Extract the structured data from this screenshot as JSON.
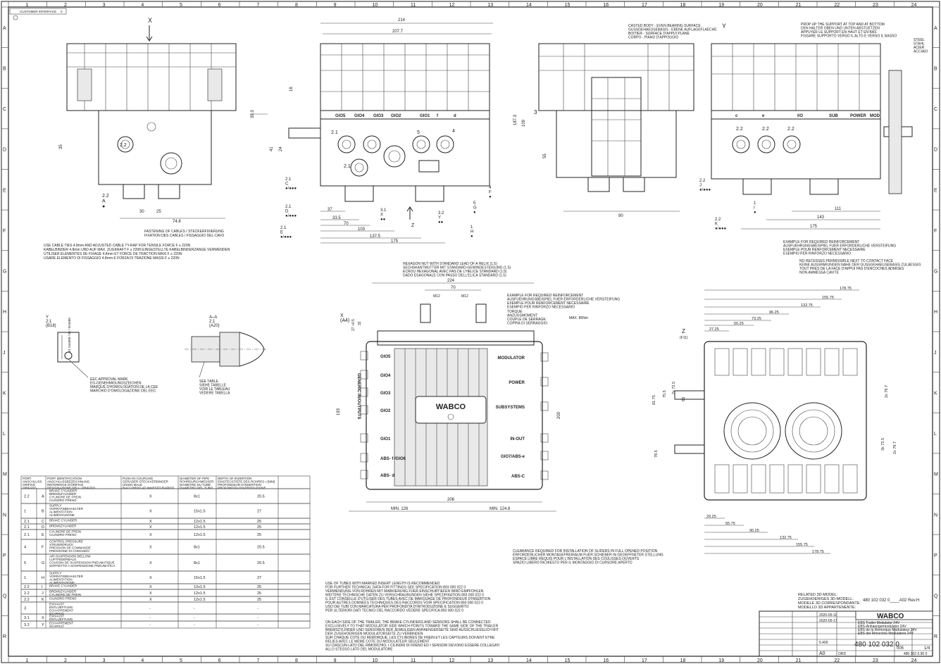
{
  "frame": {
    "cols": [
      "1",
      "2",
      "3",
      "4",
      "5",
      "6",
      "7",
      "8",
      "9",
      "10",
      "11",
      "12",
      "13",
      "14",
      "15",
      "16",
      "17",
      "18",
      "19",
      "20",
      "21",
      "22",
      "23",
      "24"
    ],
    "rows": [
      "A",
      "B",
      "C",
      "D",
      "E",
      "F",
      "G",
      "H",
      "J",
      "K",
      "L",
      "M",
      "N",
      "P",
      "Q",
      "R"
    ],
    "customer_interface": "CUSTOMER INTERFACE",
    "customer_interface_val": "0"
  },
  "views": {
    "x_label": "X",
    "y_label": "Y",
    "x_a4": "X\n(A4)",
    "z_label": "Z",
    "z_f11": "(F11)",
    "y_detail": "Y\n2:1\n(B18)",
    "aa_detail": "A–A\n2:1\n(A20)"
  },
  "front_view": {
    "dims": {
      "d214": "214",
      "d207": "207.7",
      "d16": "16",
      "d391": "39.3",
      "d35": "35",
      "d41": "41",
      "d24": "24",
      "d30": "30",
      "d25": "25",
      "d748": "74.8",
      "d37": "37",
      "d335": "33.5",
      "d70": "70",
      "d103": "103",
      "d1375": "137.5",
      "d175": "175"
    },
    "ports_top": [
      "GIO5",
      "GIO4",
      "GIO3",
      "GIO2",
      "GIO1",
      "f",
      "d"
    ],
    "ports": [
      "2.1",
      "2.1",
      "5",
      "4",
      "2.2"
    ],
    "callouts": [
      "2.1\nC\n●/●●●",
      "2.1\nD\n●/●●●",
      "2.1\nE\n●/●●●",
      "3.1\nX\n●●",
      "Z",
      "3.2\nY\n●●",
      "1\nH\n●",
      "5\nG\n●",
      "4\nF\n●",
      "2.2\nA\n●"
    ],
    "fastening": "FASTENING OF CABLES / STECKERFIXIERUNG\nFIXATION DES CABLES / FISSAGGIO DEL CAVO",
    "cable_ties": "USE CABLE TIES 4.8mm AND ADJUSTED CABLE TY-RAP FOR TENSILE FORCE F ≥ 220N\nKABELBINDER 4.8mm UND AUF MAX. ZUGKRAFT F ≥ 220N EINGESTELLTE KABELBINDERZANGE VERWENDEN\nUTILISER ELEMENTES DE FIXAGE 4.8mm ET FORCE DE TRACTION MAXI F ≥ 220N\nUSARE ELEMENTO DI FISSAGGIO 4.8mm E FORZA DI TRAZIONE MASSI F ≥ 220N"
  },
  "side_view": {
    "dims": {
      "d1873": "187.3",
      "d109": "109",
      "d55": "55",
      "d90": "90"
    },
    "callout_3": "3",
    "casted": "CASTED BODY - EVEN BEARING SURFACE\nGUSSGEHAEUSEBASIS - EBENE AUFLAGEFLAECHE\nBOITIER - SURFACE D'APPUI PLANE\nCORPO - PIANO D'APPOGGIO"
  },
  "rear_view": {
    "ports_top": [
      "c",
      "e",
      "I/O",
      "SUB",
      "POWER",
      "MOD"
    ],
    "ports": [
      "2.2",
      "2.2",
      "2.2"
    ],
    "callouts": [
      "2.2\nJ\n●/●●●",
      "2.2\nK\n●/●●●",
      "1\nI\n●"
    ],
    "dims": {
      "d111": "111",
      "d143": "143",
      "d175": "175"
    },
    "prop": "PROP UP THE SUPPORT AT TOP AND AT BOTTOM\nDEN HALTER OBEN UND UNTEN ABSTUETZEN\nAPPUYER LE SUPPORT EN HAUT ET EN BAS\nFISSARE SUPPORTO VERSO IL ALTO E VERSO IL BASSO",
    "steel": "STEEL\nSTAHL\nACIER\nACCIAIO",
    "reinforcement": "EXAMPLE FOR REQUIRED REINFORCEMENT\nAUSFUEHRUNGSBEISPIEL FUER ERFORDERLICHE VERSTEIFUNG\nEXEMPLE POUR RENFORCEMENT NECESSAIRE\nESEMPIO PER RINFORZO NECESSARIO",
    "recesses": "NO RECESSES PERMISSIBLE NEXT TO CONTACT FACE\nKEINE AUSSPARUNGEN NAHE DER GUSSGEHAEUSEBASIS ZULAESSIG\nTOUT PRES DE LA FACE D'APPUI PAS D'ENCOCHES ADMISES\nNON AMMESSA CAVITE"
  },
  "top_view": {
    "hex": "HEXAGON NUT WITH STANDARD LEAD OF A HELIX (1.5)\nSECHSKANTMUTTER MIT STANDARD-GEWINDESTEIGUNG (1.5)\nECROU HEXAGONAL AVEC PAS DE L'HELICE STANDARD (1.5)\nDADO ESAGONALE CON PASSO DELL'ELICA STANDARD (1.5)",
    "reinforcement": "EXAMPLE FOR REQUIRED REINFORCEMENT\nAUSFUEHRUNGSBEISPIEL FUER ERFORDERLICHE VERSTEIFUNG\nEXEMPLE POUR RENFORCEMENT NECESSAIRE\nESEMPIO PER RINFORZO NECESSARIO",
    "torque": "TORQUE:\nANZUGSMOMENT:\nCOUPLE DE SERRAGE:\nCOPPIA DI SERRAGGIO:",
    "torque_val": "MAX. 85Nm",
    "dims": {
      "d224": "224",
      "d70": "70",
      "m12a": "M12",
      "m12b": "M12",
      "d27": "27 +0.5",
      "d32": "32",
      "d193": "193",
      "d200": "200",
      "d206": "206",
      "min126": "MIN. 126",
      "min124": "MIN. 124.8"
    },
    "left_labels": [
      "GIO5",
      "GIO4",
      "GIO3",
      "GIO2",
      "GIO1",
      "ABS- f /GIO6",
      "ABS- d"
    ],
    "right_labels": [
      "MODULATOR",
      "POWER",
      "SUBSYSTEMS",
      "IN-OUT",
      "GIO7/ABS-e",
      "ABS-C"
    ],
    "generic": "GENERIC IN/OUTPUTS",
    "brand": "WABCO",
    "clearance": "CLEARANCE REQUIRED FOR INSTALLATION OF SLIDERS IN FULL OPENED POSITION\nERFORDERLICHER MONTAGEFREIRAUM FUER SCHIEBER IN GEOEFFNETER STELLUNG\nESPACE LIBRE REQUIS POUR L'INSTALLATION DES COULISSES OUVERTS\nSPAZIO LIBERO RICHIESTO PER IL MONTAGGIO DI CURSORE APERTO"
  },
  "bottom_view": {
    "dims": {
      "d17875": "178.75",
      "d15575": "155.75",
      "d13275": "132.75",
      "d9625": "96.25",
      "d7325": "73.25",
      "d5025": "50.25",
      "d2725": "27.25",
      "d8175": "81.75",
      "d755": "75.5",
      "d725": "2x 72.5",
      "d63": "63",
      "d785": "78.5",
      "d797a": "2x 79.7",
      "d797b": "2x 79.7",
      "d725b": "3x 72.5",
      "b2925": "29.25",
      "b5575": "55.75",
      "b9025": "90.25",
      "b13275": "132.75",
      "b15575": "155.75",
      "b17875": "178.75"
    }
  },
  "eec": {
    "mark": "e1 044688 / 61 / 024688",
    "text": "EEC APPROVAL MARK\nEG-GENEHMIGUNGSZEICHEN\nMARQUE D'HOMOLOGATION DE LA CEE\nMARCHIO D'OMOLOGAZIONE DEL EEC",
    "see_table": "SEE TABLE\nSIEHE TABELLE\nVOIR LE TABLEAU\nVEDERE TABELLA"
  },
  "port_table": {
    "headers": [
      "PORT\nANSCHLUSS\nORIFICE\nORIFIZIO",
      "PORT IDENTIFICATION\nANSCHLUSSBEZEICHNUNG\nREFERENCE D'ORIFICE\nDESIGNAZIONE DELL' ORIFIZIO",
      "PUSH-IN COUPLING\nGERADER STECKVERBINDER\nUNION MALE\nRACCORDO AD INNESTO RAPIDO",
      "DIAMETER OF PIPE\nROHRDURCHMESSER\nDIAMETRE DU TUBE\nDIAMETRO DEL TUBO",
      "DEPTH OF INSERTION\nEINSTECKTIEFE DES ROHRES  c [MM]\nPROFONDEUR D'INSERTION\nPROFONDITA D'INTRODUZIONE"
    ],
    "rows": [
      {
        "port": "2.2",
        "id": "A",
        "desc": "BRAKE CYLINDER\nBREMSZYLINDER\nCYLINDRE DE FREIN\nCILINDRO FRENO",
        "cpl": "X",
        "dia": "8x1",
        "depth": "20.5"
      },
      {
        "port": "1",
        "id": "B",
        "desc": "SUPPLY\nVORRATSBEHAELTER\nALIMENTATION\nALIMENTAZIONE",
        "cpl": "X",
        "dia": "15x1.5",
        "depth": "27"
      },
      {
        "port": "2.1",
        "id": "C",
        "desc": "BRAKE CYLINDER",
        "cpl": "X",
        "dia": "12x1.5",
        "depth": "25"
      },
      {
        "port": "2.1",
        "id": "D",
        "desc": "BREMSZYLINDER",
        "cpl": "X",
        "dia": "12x1.5",
        "depth": "25"
      },
      {
        "port": "2.1",
        "id": "E",
        "desc": "CYLINDRE DE FREIN\nCILINDRO FRENO",
        "cpl": "X",
        "dia": "12x1.5",
        "depth": "25"
      },
      {
        "port": "4",
        "id": "F",
        "desc": "CONTROL PRESSURE\nSTEUERDRUCK\nPRESSION DE COMMANDE\nPRESSIONE DI COMANDO",
        "cpl": "X",
        "dia": "8x1",
        "depth": "20.5"
      },
      {
        "port": "5",
        "id": "G",
        "desc": "AIR-SUSPENSION BELLOW\nLUFTFEDERBALG\nCOUSSIN DE SUSPENSION PNEUMATIQUE\nSOFFIETTO A SOSPENSIONE PNEUMATICA",
        "cpl": "X",
        "dia": "8x1",
        "depth": "20.5"
      },
      {
        "port": "1",
        "id": "H",
        "desc": "SUPPLY\nVORRATSBEHAELTER\nALIMENTATION\nALIMENTAZIONE",
        "cpl": "X",
        "dia": "15x1.5",
        "depth": "27"
      },
      {
        "port": "2.2",
        "id": "I",
        "desc": "BRAKE CYLINDER",
        "cpl": "X",
        "dia": "12x1.5",
        "depth": "25"
      },
      {
        "port": "2.2",
        "id": "J",
        "desc": "BREMSZYLINDER\nCYLINDRE DE FREIN",
        "cpl": "X",
        "dia": "12x1.5",
        "depth": "25"
      },
      {
        "port": "2.2",
        "id": "K",
        "desc": "CILINDRO FRENO",
        "cpl": "X",
        "dia": "12x1.5",
        "depth": "25"
      },
      {
        "port": "3",
        "id": "",
        "desc": "EXHAUST\nENTLUEFTUNG\nECHAPPEMENT\nSCARICO",
        "cpl": "-",
        "dia": "-",
        "depth": "-"
      },
      {
        "port": "3.1",
        "id": "X",
        "desc": "EXHAUST\nENTLUEFTUNG",
        "cpl": "-",
        "dia": "-",
        "depth": "-"
      },
      {
        "port": "3.2",
        "id": "Y",
        "desc": "ECHAPPEMENT\nSCARICO",
        "cpl": "-",
        "dia": "-",
        "depth": "-"
      }
    ]
  },
  "notes": {
    "tubes": "USE OF TUBES WITH MARKED INSERT LENGTH IS RECOMMENDED\nFOR FURTHER TECHNICAL DATA FOR FITTINGS SEE SPECIFICATION 893 000 022 0\nVERWENDUNG VON ROHREN MIT MARKIERUNG FUER EINSCHUBTIEFEN WIRD EMPFOHLEN\nWEITERE TECHNISCHE DATEN ZU VERSCHRAUBUNGEN SIEHE SPEZIFIKATION 893 000 022 0\nIL EST CONSEILLE D'UTILISER DES TUBES AVEC DE MARQUAGE DE PROFONDEUR D'INSERTION\nPOUR AUTRES DONNEES TECHNIQUES DES RACCORDS VOIR SPECIFICATION 893 000 022 0\nUSO DEI TUBI CON MARCATURA PER PROFONDITA D'INTRODUZIONE E SUGGERITO\nPER ULTERIORI DATI TECNICI DEL RACCORDO VEDERE SPECIFICA 893 000 022 0",
    "side": "ON EACH SIDE OF THE TRAILER, THE BRAKE CYLINDERS AND SENSORS SHALL BE CONNECTED\nEXCLUSIVELY TO THAT MODULATOR SIDE WHICH POINTS TOWARD THE SAME SIDE OF THE TRAILER\nBREMSZYLINDER UND SENSOREN DER JEWEILIGEN ANHAENGERSEITE SIND AUSSCHLIESSLICH MIT\nDER ZUGEHOERIGEN MODULATORSEITE ZU VERBINDEN\nSUR CHAQUE COTE DU REMORQUE, LES CYLINDRES DE FREIN ET LES CAPTEURS DOIVENT ETRE\nRELIES AVEC LE MEME COTE DU MODULATEUR SEULEMENT\nSU CIASCUN LATO DEL RIMORCHIO, I CILINDRI DI FRENO ED I SENSORI DEVONO ESSERE COLLEGATI\nALLO STESSO LATO DEL MODULATORE"
  },
  "title_block": {
    "related": "RELATED 3D-MODEL:\nZUGEHOERIGES 3D-MODELL:\nMODELE 3D CORRESPONDANTE:\nMODELLO 3D APPARTENENTE:",
    "related_val": "480 102 032 0____A02  Rev.H",
    "brand": "WABCO",
    "title1": "EBS Trailer Modulator    24V",
    "title2": "EBS-Anhaengermodulator   24V",
    "title3": "EBS de la Remorque Modulateur   24V",
    "title4": "EBS del Rimorchio Modulatore   24V",
    "part_no": "480 102 032 0",
    "rev": "005",
    "sheet": "1/4",
    "date1": "2020-05-11",
    "date2": "2020-05-17",
    "scale": "5.400",
    "size": "A0",
    "drw": "ORD",
    "code": "480 102 0.95 0"
  }
}
